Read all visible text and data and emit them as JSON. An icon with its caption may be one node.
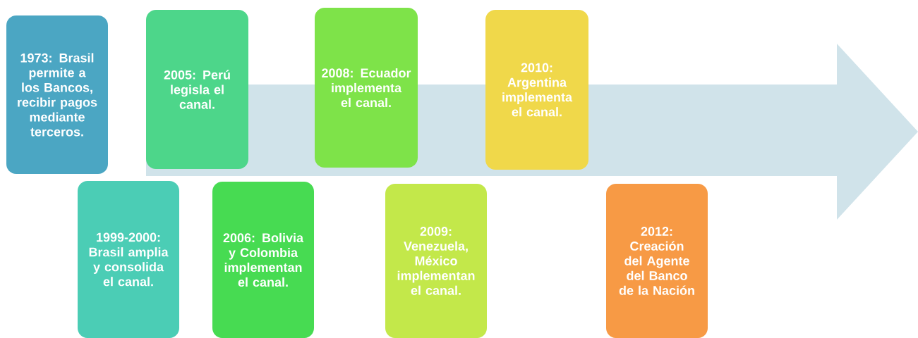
{
  "diagram": {
    "nodes": [
      {
        "text": [
          "1973: Brasil permite a los Bancos, recibir pagos mediante terceros."
        ]
      },
      {
        "text": [
          "1999-2000: Brasil amplia y consolida el canal."
        ]
      },
      {
        "text": [
          "2005: Perú legisla el canal."
        ]
      },
      {
        "text": [
          "2006: Bolivia y Colombia implementan el canal."
        ]
      },
      {
        "text": [
          "2008: Ecuador implementa el canal."
        ]
      },
      {
        "text": [
          "2009: Venezuela, México implementan el canal."
        ]
      },
      {
        "text": [
          "2010: Argentina implementa el canal."
        ]
      },
      {
        "text": [
          "2012: Creación del Agente del Banco de la Nación"
        ]
      }
    ]
  }
}
